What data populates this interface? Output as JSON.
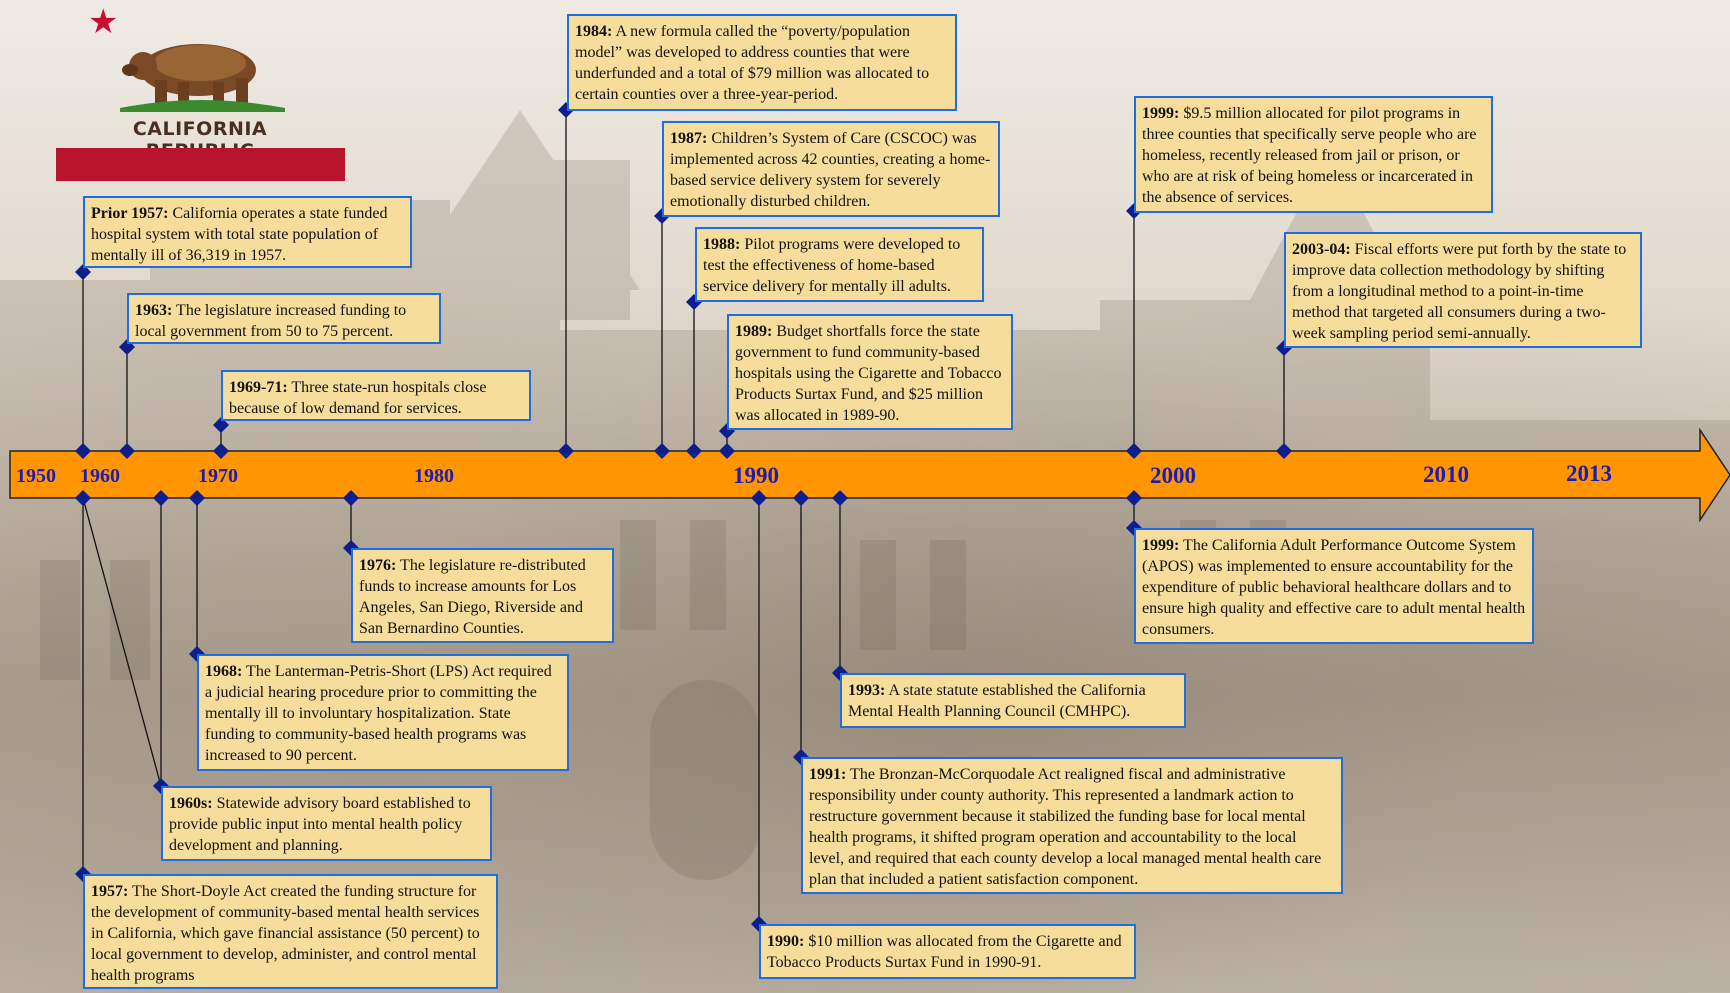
{
  "flag": {
    "text": "CALIFORNIA REPUBLIC"
  },
  "axis_years": [
    "1950",
    "1960",
    "1970",
    "1980",
    "1990",
    "2000",
    "2010",
    "2013"
  ],
  "events": {
    "prior1957": {
      "year": "Prior 1957:",
      "text": " California operates a state funded hospital system with total state population of mentally ill of 36,319 in 1957."
    },
    "e1963": {
      "year": "1963:",
      "text": " The legislature increased funding to local government from 50 to 75 percent."
    },
    "e1969": {
      "year": "1969-71:",
      "text": " Three state-run hospitals close because of low demand for services."
    },
    "e1984": {
      "year": "1984:",
      "text": " A new formula called the “poverty/population model” was developed to address counties that were underfunded and a total of $79 million was allocated to certain counties over a three-year-period."
    },
    "e1987": {
      "year": "1987:",
      "text": " Children’s System of Care (CSCOC) was implemented across 42 counties, creating a home-based service delivery system for severely emotionally disturbed children."
    },
    "e1988": {
      "year": "1988:",
      "text": " Pilot programs were developed to test the effectiveness of home-based service delivery for mentally ill adults."
    },
    "e1989": {
      "year": "1989:",
      "text": " Budget shortfalls force the state government to fund community-based hospitals using the Cigarette and Tobacco Products Surtax Fund, and $25 million was allocated in 1989-90."
    },
    "e1999a": {
      "year": "1999:",
      "text": " $9.5 million allocated for pilot programs in three counties that specifically serve people who are homeless, recently released from jail or prison, or who are at risk of being homeless or incarcerated in the absence of services."
    },
    "e2003": {
      "year": "2003-04:",
      "text": " Fiscal efforts were put forth by the state to improve data collection methodology by shifting from a longitudinal method to a point-in-time method that targeted all consumers during a two-week sampling period semi-annually."
    },
    "e1976": {
      "year": "1976:",
      "text": " The legislature re-distributed funds to increase amounts for Los Angeles, San Diego, Riverside and San Bernardino Counties."
    },
    "e1968": {
      "year": "1968:",
      "text": " The Lanterman-Petris-Short (LPS) Act required a judicial hearing procedure prior to committing the mentally ill to involuntary hospitalization. State funding to community-based health programs was increased to 90 percent."
    },
    "e1960s": {
      "year": "1960s:",
      "text": " Statewide advisory board established to provide public input into mental health policy development and planning."
    },
    "e1957": {
      "year": "1957:",
      "text": " The Short-Doyle Act created the funding structure for the development of community-based mental health services in California, which gave financial assistance (50 percent) to local government to develop, administer, and control mental health programs"
    },
    "e1999b": {
      "year": "1999:",
      "text": " The California Adult Performance Outcome System (APOS) was implemented to ensure accountability for the expenditure of public behavioral healthcare dollars and to ensure high quality and effective care to adult mental health consumers."
    },
    "e1993": {
      "year": "1993:",
      "text": " A state statute established the California Mental Health Planning Council (CMHPC)."
    },
    "e1991": {
      "year": "1991:",
      "text": " The Bronzan-McCorquodale Act realigned fiscal and administrative responsibility under county authority. This represented a landmark action to restructure government because it stabilized the funding base for local mental health programs, it shifted program operation and accountability to the local level, and required that each county develop a local managed mental health care plan that included a patient satisfaction component."
    },
    "e1990": {
      "year": "1990:",
      "text": " $10 million was allocated from the Cigarette and Tobacco Products Surtax Fund in 1990-91."
    }
  },
  "colors": {
    "axis": "#ff9500",
    "box_fill": "#f6dd9c",
    "box_border": "#1f6ee0",
    "marker": "#0d1f8c",
    "year_text": "#1c1cb3",
    "flag_red": "#b8142e"
  },
  "icons": [
    "california-bear-flag",
    "red-star-icon",
    "diamond-marker-icon",
    "arrow-head-icon"
  ]
}
